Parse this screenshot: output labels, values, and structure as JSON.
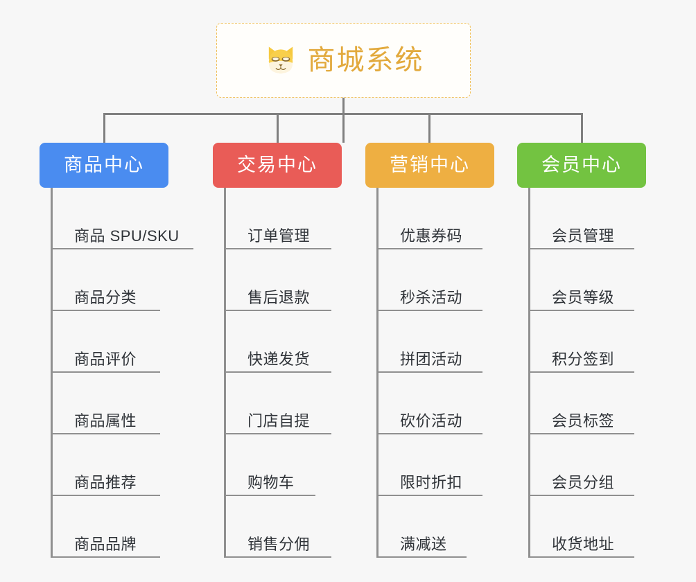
{
  "page": {
    "background_color": "#f7f7f7",
    "diagram_type": "mindmap-org-chart"
  },
  "root": {
    "title": "商城系统",
    "icon": "shiba-dog-face-icon",
    "text_color": "#e2a93c",
    "border_color": "#f0c05a",
    "background_color": "#fffefb"
  },
  "connector": {
    "color": "#808080"
  },
  "categories": [
    {
      "label": "商品中心",
      "color": "#4a8cf0",
      "items": [
        {
          "label": "商品 SPU/SKU",
          "rule_width": 206
        },
        {
          "label": "商品分类",
          "rule_width": 158
        },
        {
          "label": "商品评价",
          "rule_width": 158
        },
        {
          "label": "商品属性",
          "rule_width": 158
        },
        {
          "label": "商品推荐",
          "rule_width": 158
        },
        {
          "label": "商品品牌",
          "rule_width": 158
        }
      ]
    },
    {
      "label": "交易中心",
      "color": "#e95c57",
      "items": [
        {
          "label": "订单管理",
          "rule_width": 155
        },
        {
          "label": "售后退款",
          "rule_width": 155
        },
        {
          "label": "快递发货",
          "rule_width": 155
        },
        {
          "label": "门店自提",
          "rule_width": 155
        },
        {
          "label": "购物车",
          "rule_width": 132
        },
        {
          "label": "销售分佣",
          "rule_width": 155
        }
      ]
    },
    {
      "label": "营销中心",
      "color": "#eeaf42",
      "items": [
        {
          "label": "优惠券码",
          "rule_width": 153
        },
        {
          "label": "秒杀活动",
          "rule_width": 153
        },
        {
          "label": "拼团活动",
          "rule_width": 153
        },
        {
          "label": "砍价活动",
          "rule_width": 153
        },
        {
          "label": "限时折扣",
          "rule_width": 153
        },
        {
          "label": "满减送",
          "rule_width": 130
        }
      ]
    },
    {
      "label": "会员中心",
      "color": "#73c341",
      "items": [
        {
          "label": "会员管理",
          "rule_width": 153
        },
        {
          "label": "会员等级",
          "rule_width": 153
        },
        {
          "label": "积分签到",
          "rule_width": 153
        },
        {
          "label": "会员标签",
          "rule_width": 153
        },
        {
          "label": "会员分组",
          "rule_width": 153
        },
        {
          "label": "收货地址",
          "rule_width": 153
        }
      ]
    }
  ]
}
